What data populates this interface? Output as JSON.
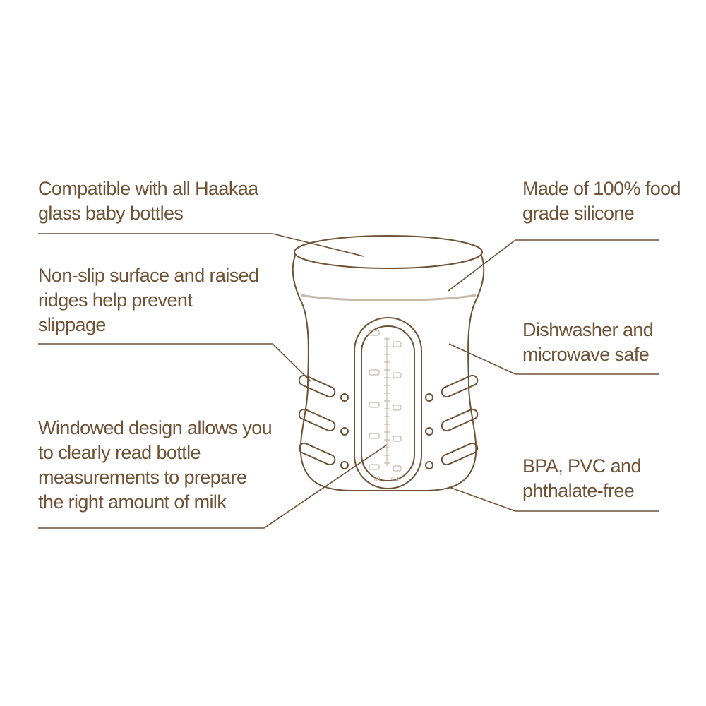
{
  "callouts": {
    "compatible": {
      "lines": [
        "Compatible with all Haakaa",
        "glass baby bottles"
      ]
    },
    "nonslip": {
      "lines": [
        "Non-slip surface and raised",
        "ridges help prevent",
        "slippage"
      ]
    },
    "windowed": {
      "lines": [
        "Windowed design allows you",
        "to clearly read  bottle",
        "measurements to prepare",
        "the right amount of milk"
      ]
    },
    "silicone": {
      "lines": [
        "Made of 100% food",
        "grade silicone"
      ]
    },
    "dishwasher": {
      "lines": [
        "Dishwasher and",
        "microwave safe"
      ]
    },
    "bpa": {
      "lines": [
        "BPA, PVC and",
        "phthalate-free"
      ]
    }
  },
  "scale": {
    "ml_label": "ml",
    "oz_label": "OZ"
  },
  "colors": {
    "outline": "#6e5236",
    "accent_band": "#c8b9aa",
    "text": "#6e5236"
  }
}
